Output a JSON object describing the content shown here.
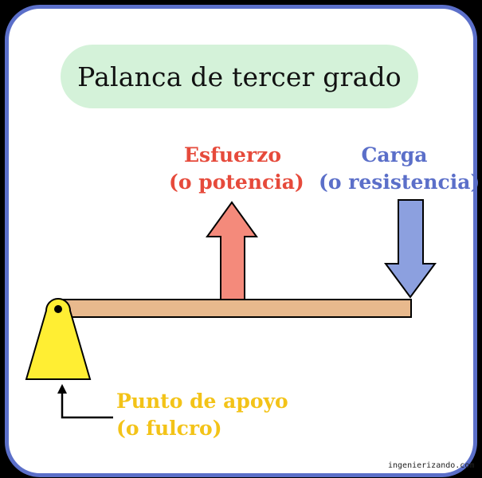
{
  "title": "Palanca de tercer grado",
  "effort": {
    "line1": "Esfuerzo",
    "line2": "(o potencia)"
  },
  "load": {
    "line1": "Carga",
    "line2": "(o resistencia)"
  },
  "fulcrum": {
    "line1": "Punto de apoyo",
    "line2": "(o fulcro)"
  },
  "watermark": "ingenierizando.com",
  "colors": {
    "border": "#5b6fc9",
    "title_bg": "#d4f2d9",
    "effort": "#e64a3b",
    "effort_arrow": "#f48a7b",
    "load": "#5b6fc9",
    "load_arrow": "#8ca0df",
    "fulcrum": "#f3c318",
    "fulcrum_fill": "#ffee33",
    "lever": "#e8b98d"
  }
}
